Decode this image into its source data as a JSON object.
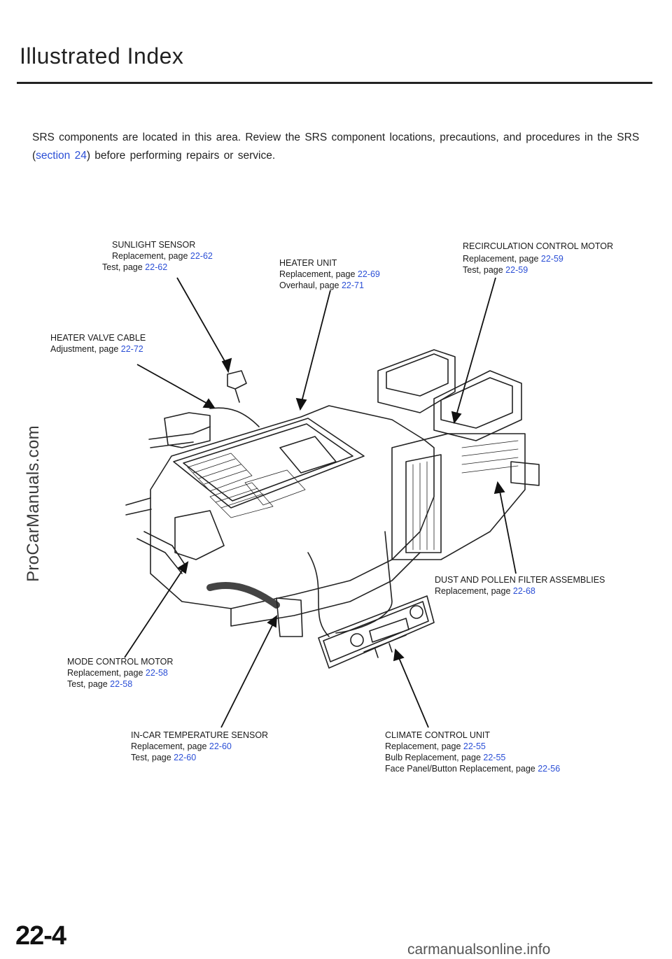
{
  "header": {
    "title": "Illustrated Index"
  },
  "intro": {
    "before": "SRS components are located in this area. Review the SRS component locations, precautions, and procedures in the SRS (",
    "link": "section 24",
    "after": ") before performing repairs or service."
  },
  "callouts": {
    "sunlight_sensor": {
      "name": "SUNLIGHT SENSOR",
      "r_text": "Replacement, page",
      "r_page": "22-62",
      "t_text": "Test, page",
      "t_page": "22-62"
    },
    "heater_unit": {
      "name": "HEATER UNIT",
      "r_text": "Replacement, page",
      "r_page": "22-69",
      "o_text": "Overhaul, page",
      "o_page": "22-71"
    },
    "recirc_motor": {
      "name": "RECIRCULATION CONTROL MOTOR",
      "r_text": "Replacement, page",
      "r_page": "22-59",
      "t_text": "Test, page",
      "t_page": "22-59"
    },
    "heater_valve_cable": {
      "name": "HEATER VALVE CABLE",
      "a_text": "Adjustment, page",
      "a_page": "22-72"
    },
    "dust_filter": {
      "name": "DUST AND POLLEN FILTER ASSEMBLIES",
      "r_text": "Replacement, page",
      "r_page": "22-68"
    },
    "mode_motor": {
      "name": "MODE CONTROL MOTOR",
      "r_text": "Replacement, page",
      "r_page": "22-58",
      "t_text": "Test, page",
      "t_page": "22-58"
    },
    "incar_sensor": {
      "name": "IN-CAR TEMPERATURE SENSOR",
      "r_text": "Replacement, page",
      "r_page": "22-60",
      "t_text": "Test, page",
      "t_page": "22-60"
    },
    "climate_unit": {
      "name": "CLIMATE CONTROL UNIT",
      "r_text": "Replacement, page",
      "r_page": "22-55",
      "b_text": "Bulb Replacement, page",
      "b_page": "22-55",
      "f_text": "Face Panel/Button Replacement, page",
      "f_page": "22-56"
    }
  },
  "watermark": "ProCarManuals.com",
  "page_number": "22-4",
  "footer": "carmanualsonline.info",
  "colors": {
    "link": "#2b4fd6",
    "text": "#1a1a1a"
  }
}
